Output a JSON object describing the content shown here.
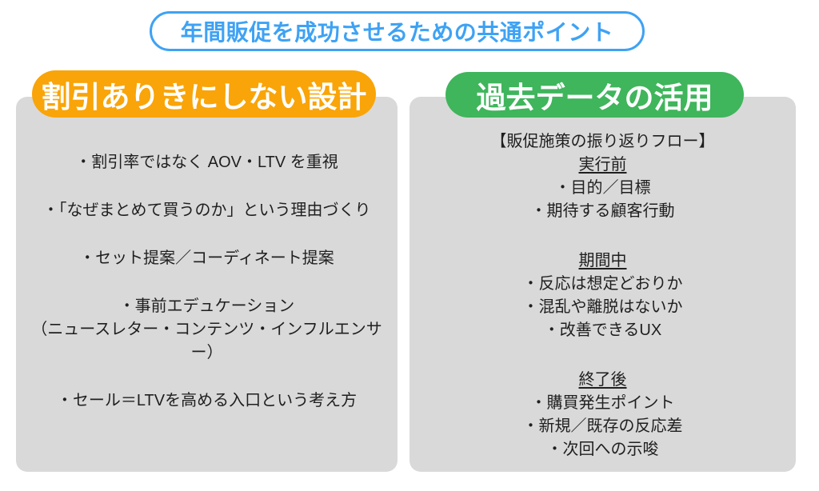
{
  "title": {
    "text": "年間販促を成功させるための共通ポイント"
  },
  "colors": {
    "accent_blue": "#3EA2F4",
    "accent_orange": "#F9A408",
    "accent_green": "#3FB55C",
    "panel_gray": "#D9D9D9",
    "text_dark": "#1F1F1F",
    "header_text": "#FFFFFF"
  },
  "left_panel": {
    "header": "割引ありきにしない設計",
    "bullets": [
      "・割引率ではなく AOV・LTV を重視",
      "・「なぜまとめて買うのか」という理由づくり",
      "・セット提案／コーディネート提案",
      "・事前エデュケーション\n（ニュースレター・コンテンツ・インフルエンサ\nー）",
      "・セール＝LTVを高める入口という考え方"
    ]
  },
  "right_panel": {
    "header": "過去データの活用",
    "flow_title": "【販促施策の振り返りフロー】",
    "sections": [
      {
        "title": "実行前",
        "bullets": [
          "・目的／目標",
          "・期待する顧客行動"
        ]
      },
      {
        "title": "期間中",
        "bullets": [
          "・反応は想定どおりか",
          "・混乱や離脱はないか",
          "・改善できるUX"
        ]
      },
      {
        "title": "終了後",
        "bullets": [
          "・購買発生ポイント",
          "・新規／既存の反応差",
          "・次回への示唆"
        ]
      }
    ]
  }
}
